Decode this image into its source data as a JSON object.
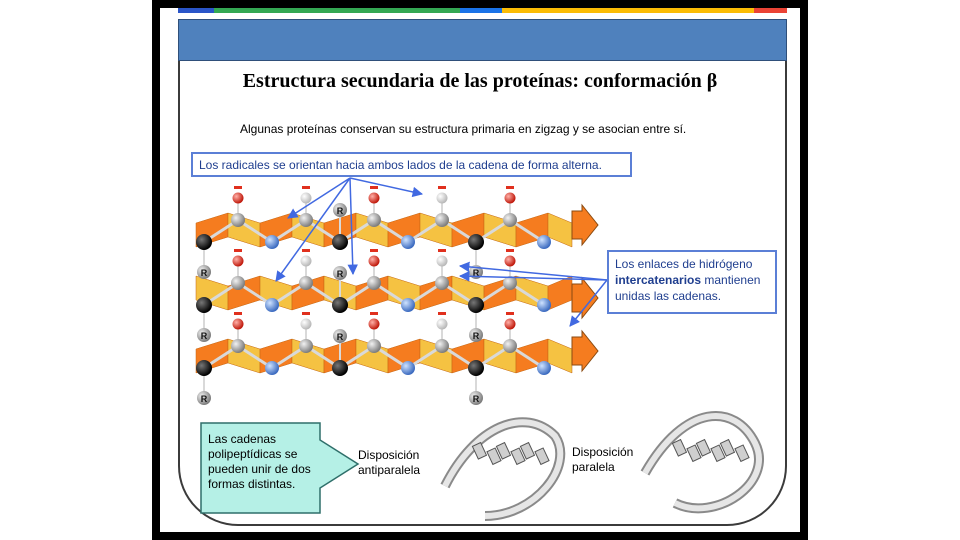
{
  "slide": {
    "title": "Estructura secundaria de las proteínas: conformación β",
    "intro": "Algunas proteínas conservan su estructura primaria en zigzag y se asocian entre sí.",
    "note_radicals": "Los radicales se orientan hacia ambos lados de la cadena de forma alterna.",
    "note_hbonds": {
      "line1": "Los enlaces de hidrógeno",
      "bold": "intercatenarios",
      "rest": " mantienen unidas las cadenas."
    },
    "callout": "Las cadenas polipeptídicas se pueden unir de dos formas distintas.",
    "label_antiparallel": "Disposición antiparalela",
    "label_parallel": "Disposición paralela",
    "r_label": "R"
  },
  "colors": {
    "header": "#4f81bd",
    "orange_strand": "#f57c1f",
    "yellow_strand": "#f5c242",
    "arrow_blue": "#4169e1",
    "callout_fill": "#b5f0e6"
  }
}
